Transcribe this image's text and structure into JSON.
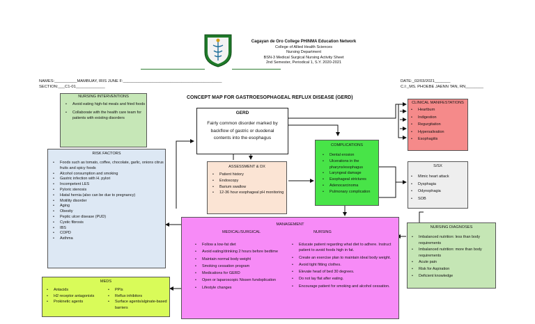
{
  "header": {
    "network": "Cagayan de Oro College PHINMA Education Network",
    "college": "College of Allied Health Sciences",
    "department": "Nursing Department",
    "sheet": "BSN-3 Medical Surgical Nursing Activity Sheet",
    "semester": "2nd Semester, Periodical 1, S.Y. 2020-2021"
  },
  "meta": {
    "names": "NAMES:__________MAMBUAY, IRIS JUNE F:____________________________________________",
    "section": "SECTION:___C1-01_____________",
    "date": "DATE:_02/03/2021_______",
    "ci": "C.I:_MS. PHOEBE JAENN TAN, RN________"
  },
  "title": "CONCEPT MAP FOR GASTROESOPHAGEAL REFLUX DISEASE (GERD)",
  "nursing_interventions": {
    "title": "NURSING INTERVENTIONS",
    "items": [
      "Avoid eating high-fat meals and fried foods",
      "Collaborate with the health care team for patients with existing disorders"
    ]
  },
  "gerd": {
    "title": "GERD",
    "description": "Fairly common disorder marked by backflow of gastric or duodenal contents into the esophagus"
  },
  "risk_factors": {
    "title": "RISK FACTORS",
    "items": [
      "Foods such as tomato, coffee,  chocolate, garlic, onions citrus fruits and spicy foods",
      "Alcohol consumption and smoking",
      "Gastric infection with H. pylori",
      "Incompetent LES",
      "Pyloric stenosis",
      "Hiatal hernia (also can be due to pregnancy)",
      "Motility disorder",
      "Aging",
      "Obesity",
      "Peptic ulcer disease (PUD)",
      "Cystic fibrosis",
      "IBS",
      "COPD",
      "Asthma"
    ]
  },
  "assessment": {
    "title": "ASSESSMENT & DX",
    "items": [
      "Patient history",
      "Endoscopy",
      "Barium swallow",
      "12-36 hour esophageal pH monitoring"
    ]
  },
  "complications": {
    "title": "COMPLICATIONS",
    "items": [
      "Dental erosion",
      "Ulcerations in the pharynx/esophagus",
      "Laryngeal damage",
      "Esophageal strictures",
      "Adenocarcinoma",
      "Pulmonary complication"
    ]
  },
  "clinical": {
    "title": "CLINICAL MANIFESTATIONS",
    "items": [
      "Heartburn",
      "Indigestion",
      "Regurgitation",
      "Hypersalivation",
      "Esophagitis"
    ]
  },
  "ssx": {
    "title": "S/SX",
    "items": [
      "Mimic heart attack",
      "Dysphagia",
      "Odynophagia",
      "SOB"
    ]
  },
  "management": {
    "title": "MANAGEMENT",
    "medical_title": "MEDICAL/SURGICAL",
    "nursing_title": "NURSING",
    "medical": [
      "Follow a low-fat diet",
      "Avoid eating/drinking 2 hours before bedtime",
      "Maintain normal body weight",
      "Smoking cessation program",
      "Medications for GERD",
      "Open or laparoscopic Nissen fundoplication",
      "Lifestyle changes"
    ],
    "nursing": [
      "Educate patient regarding what diet to adhere. Instruct patient to avoid foods high in fat.",
      "Create an exercise plan to maintain ideal body weight.",
      "Avoid tight fitting clothes.",
      "Elevate head of bed 30 degrees.",
      "Do not lay flat after eating.",
      "Encourage patient for smoking and alcohol cessation."
    ]
  },
  "diagnoses": {
    "title": "NURSING DIAGNOSES",
    "items": [
      "Imbalanced nutrition: less than body requirements",
      "Imbalanced nutrition: more than body requirements",
      "Acute pain",
      "Risk for Aspiration",
      "Deficient knowledge"
    ]
  },
  "meds": {
    "title": "MEDS",
    "col1": [
      "Antacids",
      "H2 receptor antagonists",
      "Prokinetic agents"
    ],
    "col2": [
      "PPIs",
      "Reflux inhibitors",
      "Surface agents/alginate-based barriers"
    ]
  },
  "colors": {
    "interventions": "#c6e7b7",
    "risk": "#dde8f4",
    "assessment": "#fbe4d4",
    "complications": "#48e448",
    "clinical": "#f58a8a",
    "management": "#f78bf7",
    "diagnoses": "#c5e6b5",
    "meds": "#d9fb59"
  }
}
